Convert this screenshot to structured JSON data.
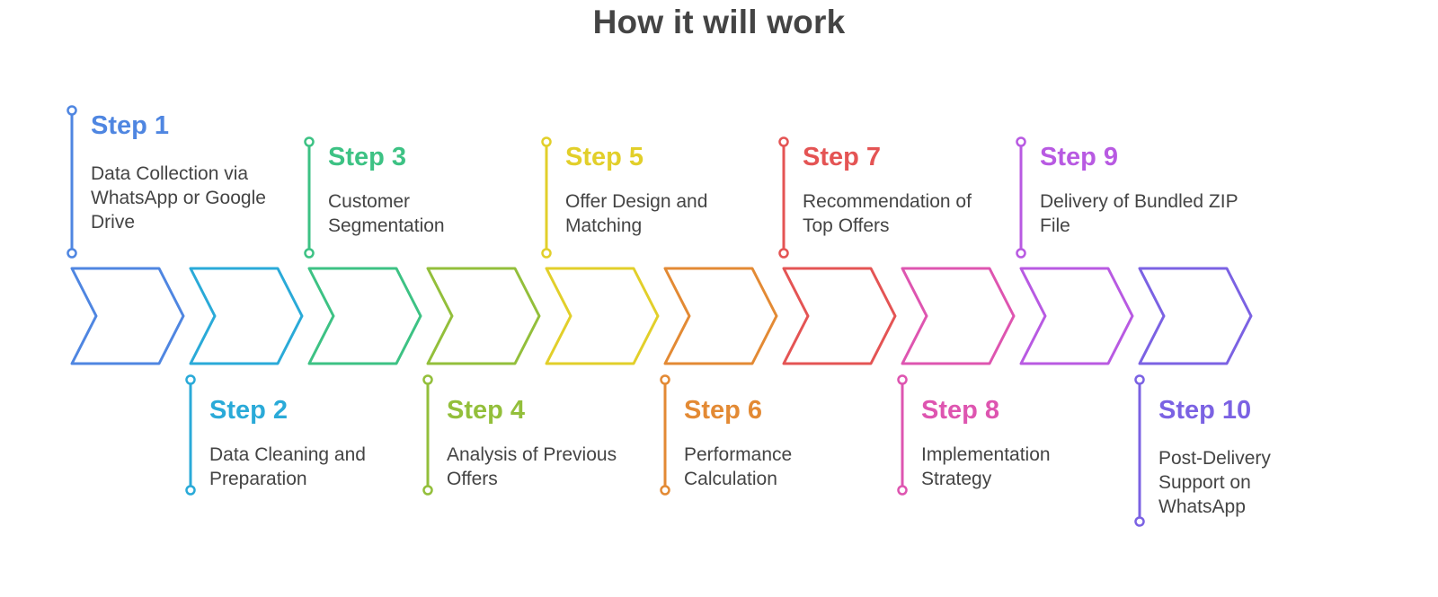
{
  "title": "How it will work",
  "steps": [
    {
      "label": "Step 1",
      "desc": "Data Collection via WhatsApp or Google Drive",
      "color": "#4f86e1"
    },
    {
      "label": "Step 2",
      "desc": "Data Cleaning and Preparation",
      "color": "#2aaad8"
    },
    {
      "label": "Step 3",
      "desc": "Customer Segmentation",
      "color": "#3dc284"
    },
    {
      "label": "Step 4",
      "desc": "Analysis of Previous Offers",
      "color": "#93bf3b"
    },
    {
      "label": "Step 5",
      "desc": "Offer Design and Matching",
      "color": "#e2cf2a"
    },
    {
      "label": "Step 6",
      "desc": "Performance Calculation",
      "color": "#e38a34"
    },
    {
      "label": "Step 7",
      "desc": "Recommendation of Top Offers",
      "color": "#e45454"
    },
    {
      "label": "Step 8",
      "desc": "Implementation Strategy",
      "color": "#de55b0"
    },
    {
      "label": "Step 9",
      "desc": "Delivery of Bundled ZIP File",
      "color": "#b85ae2"
    },
    {
      "label": "Step 10",
      "desc": "Post-Delivery Support on WhatsApp",
      "color": "#7b62e3"
    }
  ]
}
